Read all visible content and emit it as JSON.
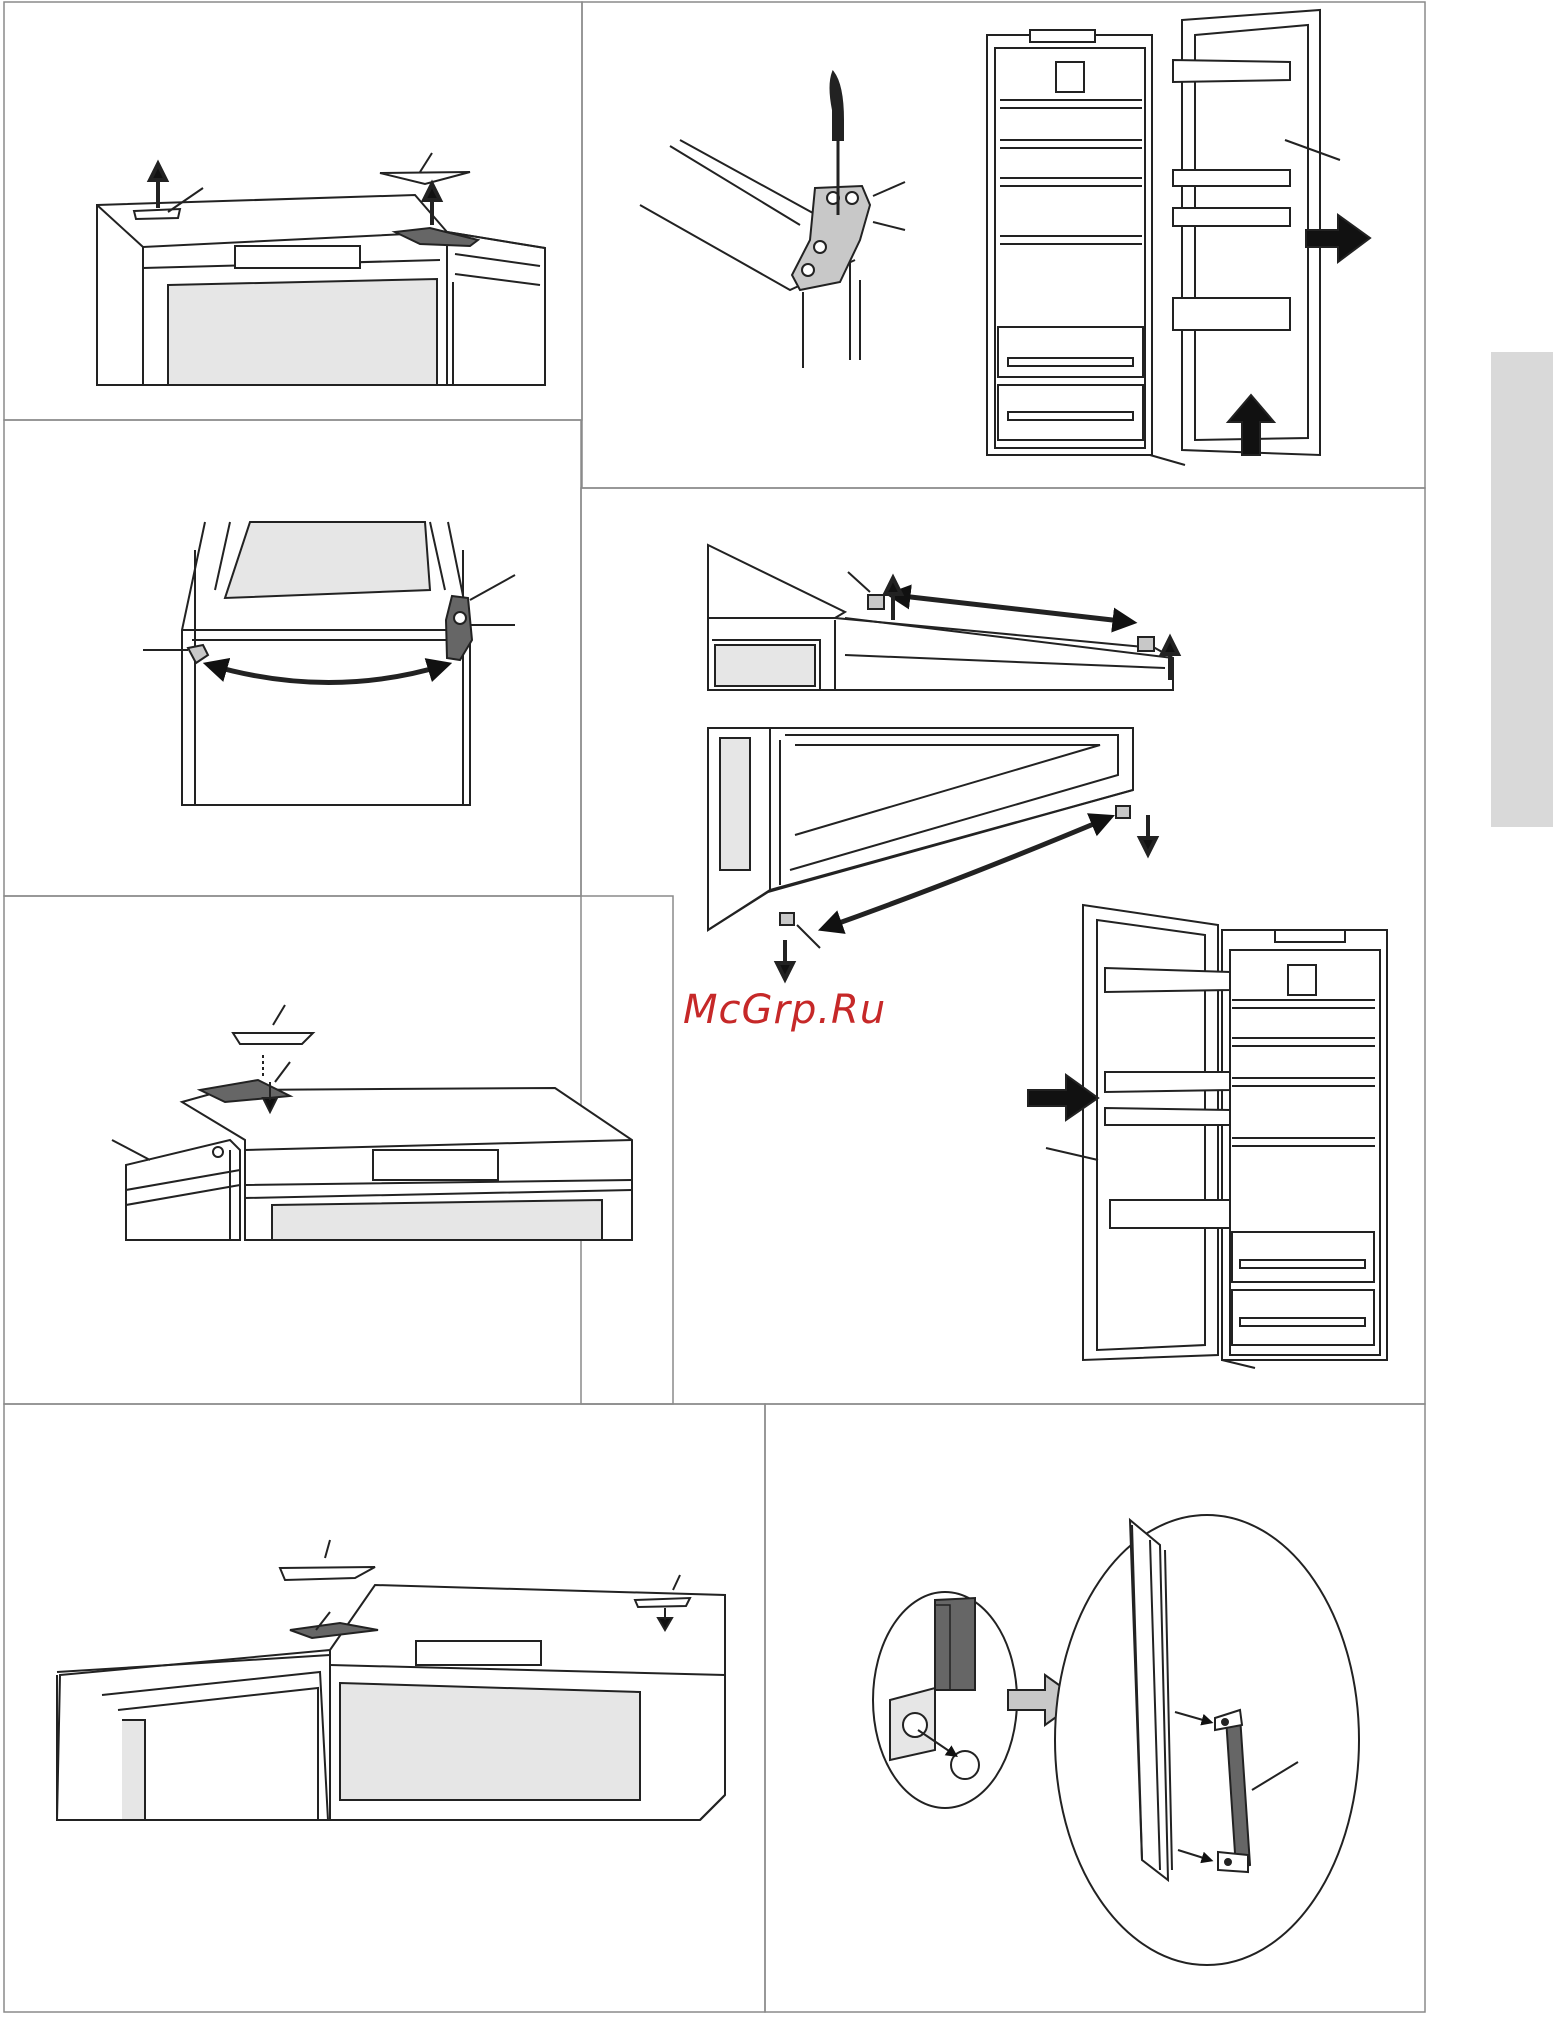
{
  "watermark": {
    "text": "McGrp.Ru",
    "color": "#c62828"
  },
  "colors": {
    "line": "#222222",
    "panel_border": "#8a8a8a",
    "fill_light": "#e6e6e6",
    "fill_mid": "#c8c8c8",
    "fill_dark": "#666666",
    "side_tab": "#d9d9d9",
    "arrow": "#111111"
  },
  "panels": [
    {
      "id": "p1",
      "name": "remove-top-covers",
      "arrows": [
        "up",
        "up"
      ]
    },
    {
      "id": "p2",
      "name": "unscrew-hinge-remove-door",
      "arrows": [
        "right",
        "up"
      ]
    },
    {
      "id": "p3",
      "name": "swap-hinge-pin-sides",
      "arrows": [
        "double-curved"
      ]
    },
    {
      "id": "p4",
      "name": "transfer-door-pins",
      "arrows": [
        "double-curved",
        "up",
        "up",
        "down",
        "down"
      ]
    },
    {
      "id": "p5",
      "name": "fit-hinge-on-top",
      "arrows": [
        "down"
      ]
    },
    {
      "id": "p6",
      "name": "refit-door",
      "arrows": [
        "right"
      ]
    },
    {
      "id": "p7",
      "name": "refit-top-covers",
      "arrows": [
        "down"
      ]
    },
    {
      "id": "p8",
      "name": "move-handle",
      "arrows": [
        "right",
        "left",
        "left"
      ]
    }
  ]
}
